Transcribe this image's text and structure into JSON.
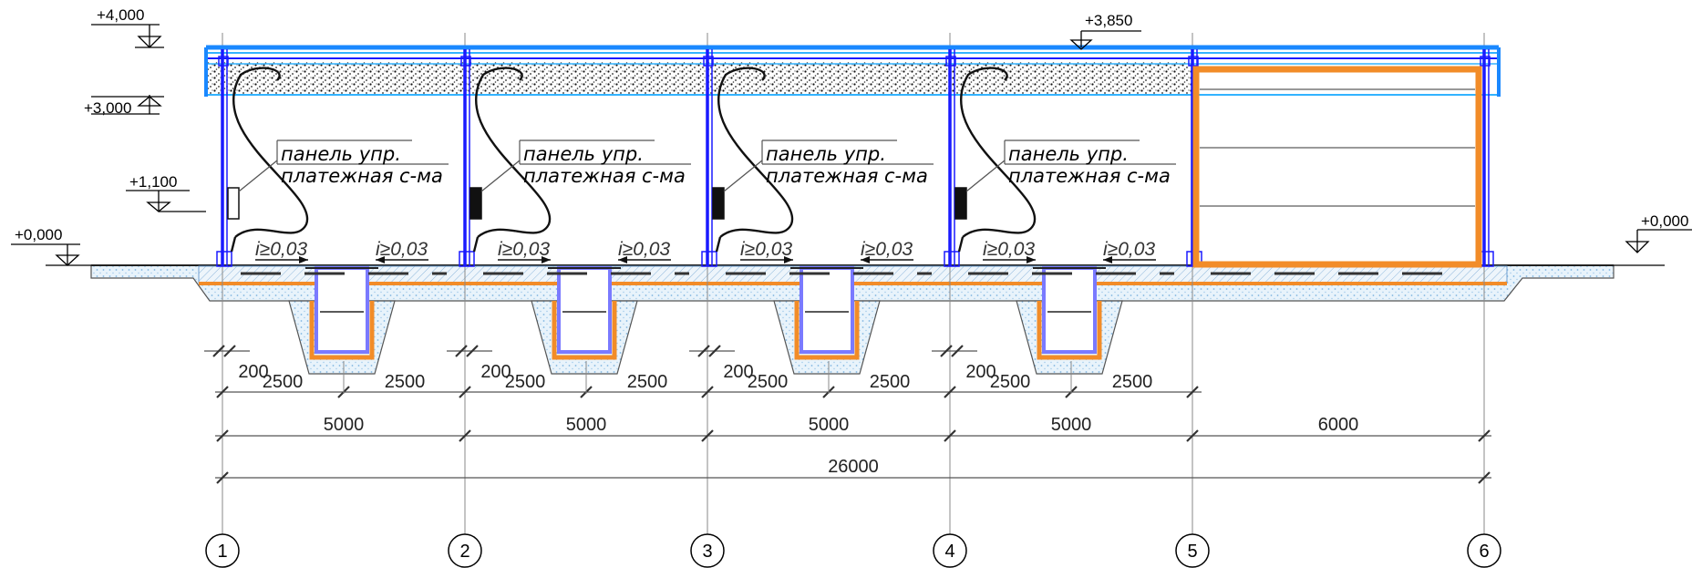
{
  "levels": [
    {
      "text": "+4,000"
    },
    {
      "text": "+3,000"
    },
    {
      "text": "+1,100"
    },
    {
      "text": "+0,000"
    },
    {
      "text": "+3,850"
    },
    {
      "text": "+0,000"
    }
  ],
  "bay_labels": [
    {
      "line1": "панель упр.",
      "line2": "платежная с-ма"
    },
    {
      "line1": "панель упр.",
      "line2": "платежная с-ма"
    },
    {
      "line1": "панель упр.",
      "line2": "платежная с-ма"
    },
    {
      "line1": "панель упр.",
      "line2": "платежная с-ма"
    }
  ],
  "slopes": [
    "i≥0,03",
    "i≥0,03",
    "i≥0,03",
    "i≥0,03",
    "i≥0,03",
    "i≥0,03",
    "i≥0,03",
    "i≥0,03"
  ],
  "dims_small": [
    "200",
    "2500",
    "2500",
    "200",
    "2500",
    "2500",
    "200",
    "2500",
    "2500",
    "200",
    "2500",
    "2500"
  ],
  "dims_bays": [
    "5000",
    "5000",
    "5000",
    "5000",
    "6000"
  ],
  "dim_total": "26000",
  "axes": [
    "1",
    "2",
    "3",
    "4",
    "5",
    "6"
  ],
  "colors": {
    "structure": "#1a1aff",
    "roof_light": "#33b3ff",
    "insulation": "#f28c28",
    "concrete": "#b8d8ef",
    "gray_line": "#777777"
  }
}
